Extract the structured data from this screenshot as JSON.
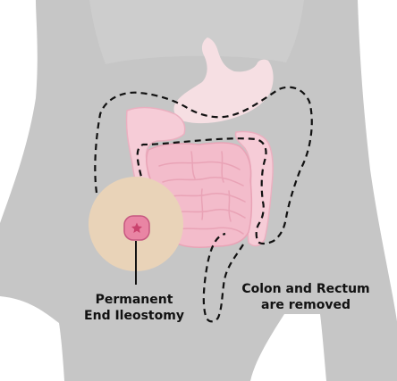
{
  "labels": {
    "ileostomy": {
      "line1": "Permanent",
      "line2": "End Ileostomy"
    },
    "removed": {
      "line1": "Colon and Rectum",
      "line2": "are removed"
    }
  },
  "colors": {
    "background": "#ffffff",
    "body_silhouette": "#c6c6c6",
    "stomach": "#f6dfe3",
    "small_intestine": "#f3bccb",
    "intestine_outline": "#e9a3b6",
    "stoma_closeup_bg": "#e9d3b8",
    "stoma": "#e985a4",
    "stoma_center": "#c9426d",
    "removed_region_outline": "#111111"
  },
  "icons": {
    "stoma_mark": "star"
  }
}
